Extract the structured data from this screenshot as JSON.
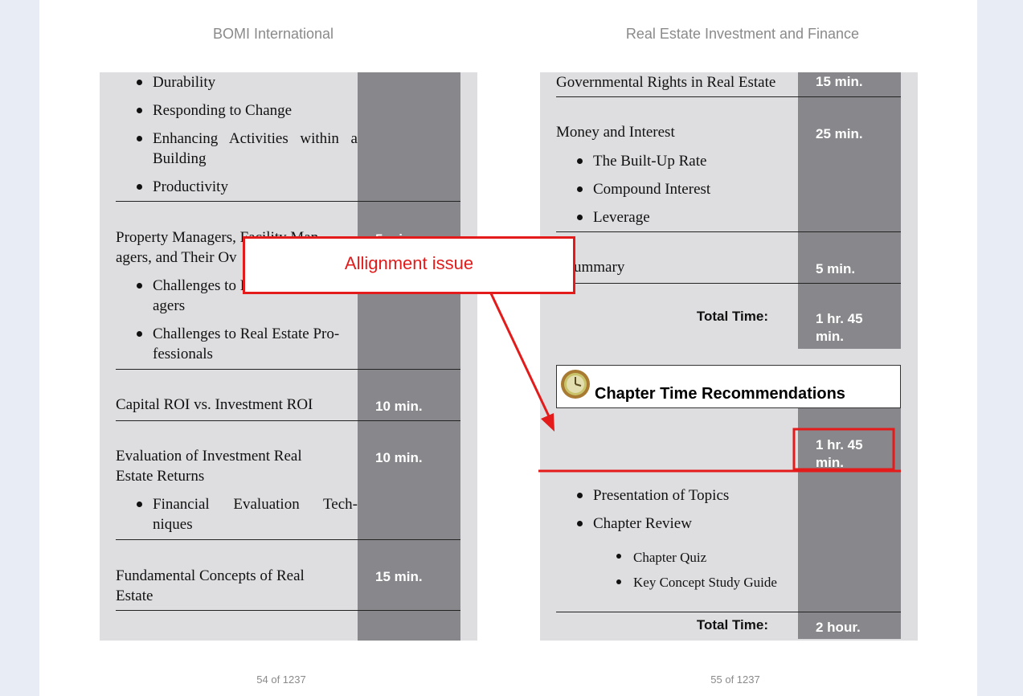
{
  "pages": {
    "left": {
      "header": "BOMI International",
      "footer": "54 of 1237",
      "durability": "Durability",
      "responding": "Responding to Change",
      "enhancing_1": "Enhancing Activities within a",
      "enhancing_2": "Building",
      "productivity": "Productivity",
      "pm_title_1": "Property Managers, Facility Man-",
      "pm_title_2": "agers, and Their Ov",
      "pm_time": "5 min.",
      "challenges_1": "Challenges to Facility Man-",
      "challenges_2": "agers",
      "challenges_re_1": "Challenges to Real Estate Pro-",
      "challenges_re_2": "fessionals",
      "capital_roi": "Capital ROI vs. Investment ROI",
      "capital_roi_time": "10 min.",
      "evaluation_1": "Evaluation of Investment Real",
      "evaluation_2": "Estate Returns",
      "evaluation_time": "10 min.",
      "financial_1": "Financial Evaluation Tech-",
      "financial_2": "niques",
      "fundamental_1": "Fundamental Concepts of Real",
      "fundamental_2": "Estate",
      "fundamental_time": "15 min."
    },
    "right": {
      "header": "Real Estate Investment and Finance",
      "footer": "55 of 1237",
      "gov_rights": "Governmental Rights in Real Estate",
      "gov_rights_time": "15 min.",
      "money_interest": "Money and Interest",
      "money_interest_time": "25 min.",
      "built_up": "The Built-Up Rate",
      "compound": "Compound Interest",
      "leverage": "Leverage",
      "summary": "ummary",
      "summary_time": "5 min.",
      "total_label_1": "Total Time:",
      "total_value_1_a": "1 hr. 45",
      "total_value_1_b": "min.",
      "chapter_rec_title": "Chapter Time Recommendations",
      "rec_time_a": "1 hr. 45",
      "rec_time_b": "min.",
      "presentation": "Presentation of Topics",
      "chapter_review": "Chapter Review",
      "chapter_quiz": "Chapter Quiz",
      "key_concept": "Key Concept Study Guide",
      "total_label_2": "Total Time:",
      "total_value_2": "2 hour."
    }
  },
  "annotation": {
    "callout_text": "Allignment issue",
    "color": "#e31b1b"
  }
}
